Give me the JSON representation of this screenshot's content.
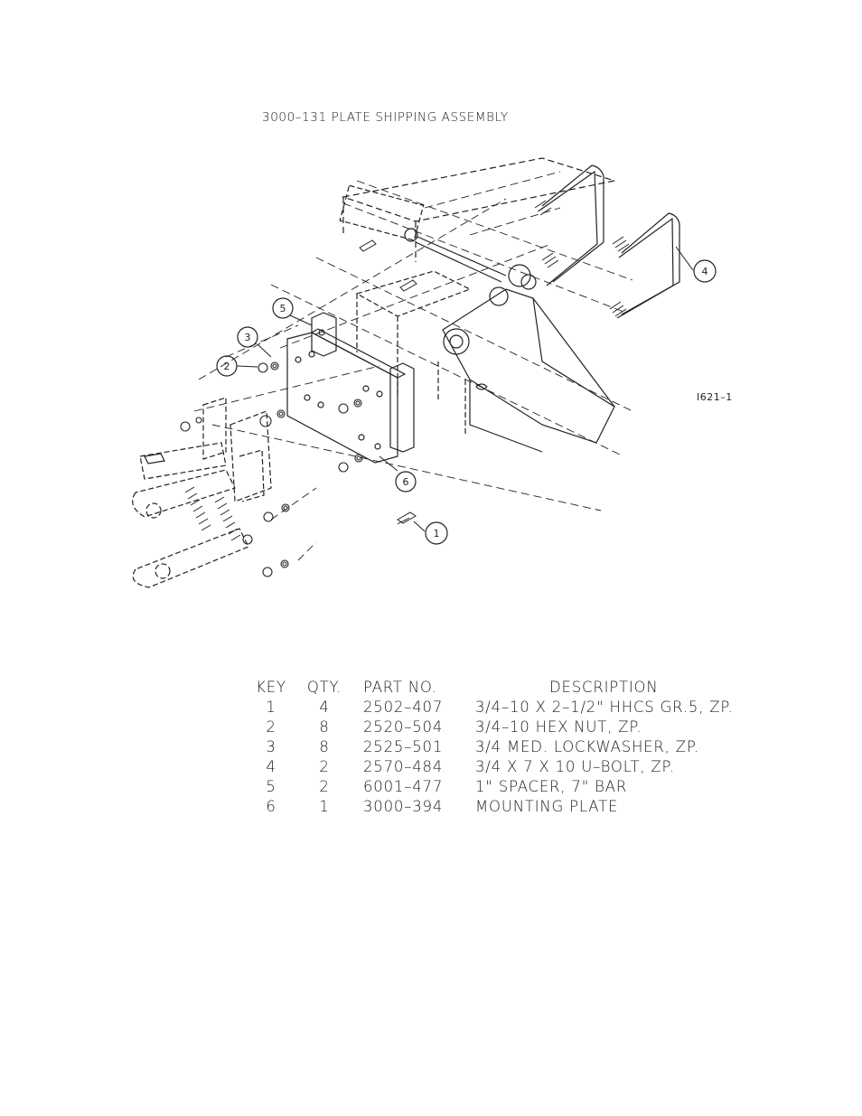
{
  "title": "3000–131 PLATE SHIPPING ASSEMBLY",
  "figure_id": "I621–1",
  "callouts": [
    "1",
    "2",
    "3",
    "4",
    "5",
    "6"
  ],
  "table": {
    "headers": {
      "key": "KEY",
      "qty": "QTY.",
      "part": "PART NO.",
      "desc": "DESCRIPTION"
    },
    "rows": [
      {
        "key": "1",
        "qty": "4",
        "part": "2502–407",
        "desc": "3/4–10 X 2–1/2\" HHCS GR.5, ZP."
      },
      {
        "key": "2",
        "qty": "8",
        "part": "2520–504",
        "desc": "3/4–10 HEX NUT, ZP."
      },
      {
        "key": "3",
        "qty": "8",
        "part": "2525–501",
        "desc": "3/4 MED. LOCKWASHER, ZP."
      },
      {
        "key": "4",
        "qty": "2",
        "part": "2570–484",
        "desc": "3/4 X 7 X 10 U–BOLT, ZP."
      },
      {
        "key": "5",
        "qty": "2",
        "part": "6001–477",
        "desc": "1\" SPACER, 7\" BAR"
      },
      {
        "key": "6",
        "qty": "1",
        "part": "3000–394",
        "desc": "MOUNTING PLATE"
      }
    ]
  }
}
